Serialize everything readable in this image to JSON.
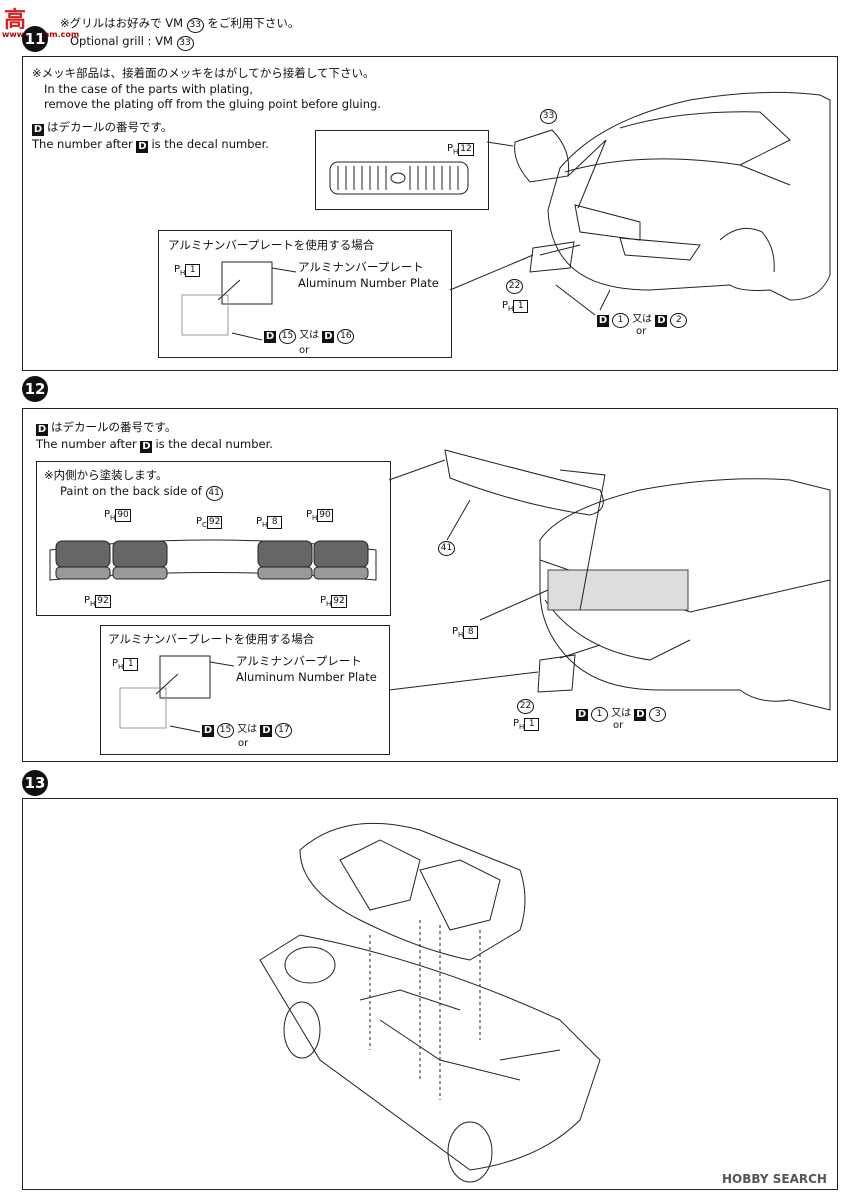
{
  "watermark": {
    "top": "高",
    "site": "www.hqbam.com"
  },
  "step11": {
    "number": "11",
    "grill_jp": "※グリルはお好みで VM",
    "grill_jp_part": "33",
    "grill_jp_end": "をご利用下さい。",
    "grill_en": "Optional grill : VM",
    "grill_en_part": "33",
    "plating_jp": "※メッキ部品は、接着面のメッキをはがしてから接着して下さい。",
    "plating_en1": "In the case of the parts with plating,",
    "plating_en2": "remove the plating off from the gluing point before gluing.",
    "decal_jp": "はデカールの番号です。",
    "decal_en_pre": "The number after",
    "decal_en_post": "is the decal number.",
    "grill_paint": "12",
    "part_grill": "33",
    "alu_title": "アルミナンバープレートを使用する場合",
    "alu_jp": "アルミナンバープレート",
    "alu_en": "Aluminum Number Plate",
    "alu_paint": "1",
    "decal_a": "15",
    "decal_or_jp": "又は",
    "decal_or_en": "or",
    "decal_b": "16",
    "plate_part": "22",
    "plate_paint": "1",
    "front_decal_a": "1",
    "front_decal_b": "2"
  },
  "step12": {
    "number": "12",
    "decal_jp": "はデカールの番号です。",
    "decal_en_pre": "The number after",
    "decal_en_post": "is the decal number.",
    "paint_jp": "※内側から塗装します。",
    "paint_en": "Paint on the back side of",
    "paint_part": "41",
    "paint_90_l": "90",
    "paint_92_c": "92",
    "paint_8_c": "8",
    "paint_90_r": "90",
    "paint_92_l": "92",
    "paint_92_r": "92",
    "part_taillight": "41",
    "body_paint": "8",
    "alu_title": "アルミナンバープレートを使用する場合",
    "alu_jp": "アルミナンバープレート",
    "alu_en": "Aluminum Number Plate",
    "alu_paint": "1",
    "decal_a": "15",
    "decal_or_jp": "又は",
    "decal_or_en": "or",
    "decal_b": "17",
    "plate_part": "22",
    "plate_paint": "1",
    "rear_decal_a": "1",
    "rear_decal_b": "3"
  },
  "step13": {
    "number": "13"
  },
  "footer": {
    "brand": "HOBBY SEARCH"
  }
}
